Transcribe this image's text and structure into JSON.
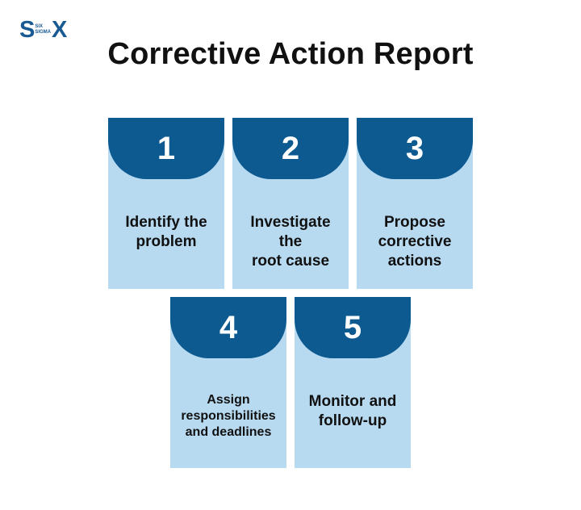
{
  "logo": {
    "left": "S",
    "middle_top": "SIX",
    "middle_bottom": "SIGMA",
    "right": "X"
  },
  "title": "Corrective Action Report",
  "steps": [
    {
      "number": "1",
      "label": "Identify the\nproblem"
    },
    {
      "number": "2",
      "label": "Investigate\nthe\nroot cause"
    },
    {
      "number": "3",
      "label": "Propose\ncorrective\nactions"
    },
    {
      "number": "4",
      "label": "Assign\nresponsibilities\nand deadlines"
    },
    {
      "number": "5",
      "label": "Monitor and\nfollow-up"
    }
  ],
  "colors": {
    "card_background": "#b8daf1",
    "tab_background": "#0d5a91",
    "logo": "#1a5a93",
    "title": "#111111"
  }
}
